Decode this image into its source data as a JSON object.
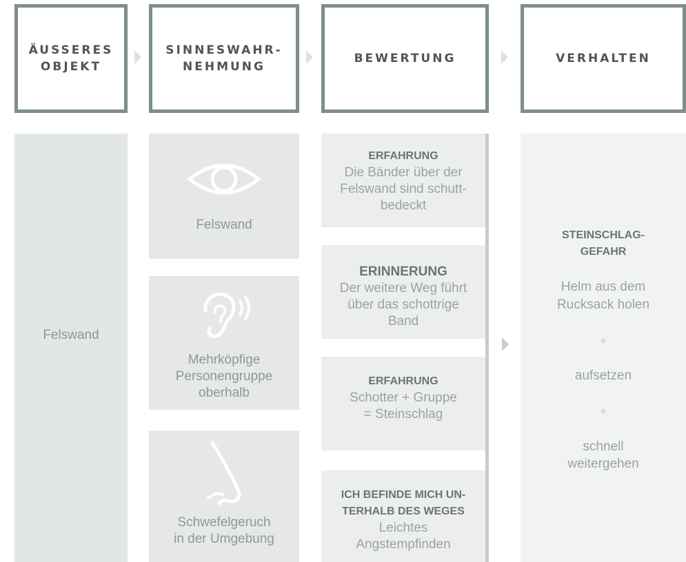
{
  "headers": [
    {
      "line1": "ÄUSSERES",
      "line2": "OBJEKT"
    },
    {
      "line1": "SINNESWAHR-",
      "line2": "NEHMUNG"
    },
    {
      "line1": "BEWERTUNG",
      "line2": ""
    },
    {
      "line1": "VERHALTEN",
      "line2": ""
    }
  ],
  "object": {
    "label": "Felswand"
  },
  "senses": [
    {
      "icon": "eye-icon",
      "line1": "Felswand",
      "line2": "",
      "line3": ""
    },
    {
      "icon": "ear-icon",
      "line1": "Mehrköpfige",
      "line2": "Personengruppe",
      "line3": "oberhalb"
    },
    {
      "icon": "nose-icon",
      "line1": "Schwefelgeruch",
      "line2": "in der Umgebung",
      "line3": ""
    }
  ],
  "evaluations": [
    {
      "head": "ERFAHRUNG",
      "head2": "",
      "body1": "Die Bänder über der",
      "body2": "Felswand sind schutt-",
      "body3": "bedeckt"
    },
    {
      "head": "ERINNERUNG",
      "head2": "",
      "body1": "Der weitere Weg führt",
      "body2": "über das schottrige",
      "body3": "Band"
    },
    {
      "head": "ERFAHRUNG",
      "head2": "",
      "body1": "Schotter + Gruppe",
      "body2": "= Steinschlag",
      "body3": ""
    },
    {
      "head": "ICH BEFINDE MICH UN-",
      "head2": "TERHALB DES WEGES",
      "body1": "Leichtes",
      "body2": "Angstempfinden",
      "body3": ""
    }
  ],
  "behavior": {
    "danger1": "STEINSCHLAG-",
    "danger2": "GEFAHR",
    "action1a": "Helm aus dem",
    "action1b": "Rucksack holen",
    "plus1": "+",
    "action2": "aufsetzen",
    "plus2": "+",
    "action3a": "schnell",
    "action3b": "weitergehen"
  },
  "colors": {
    "header_border": "#7e8e8c",
    "header_text": "#4d5655",
    "panel_dark": "#e2e6e5",
    "panel_mid": "#e5e8e7",
    "panel_light": "#eceeed",
    "panel_lightest": "#f1f3f2",
    "text": "#9aa3a2",
    "emphasis": "#6a7574"
  }
}
